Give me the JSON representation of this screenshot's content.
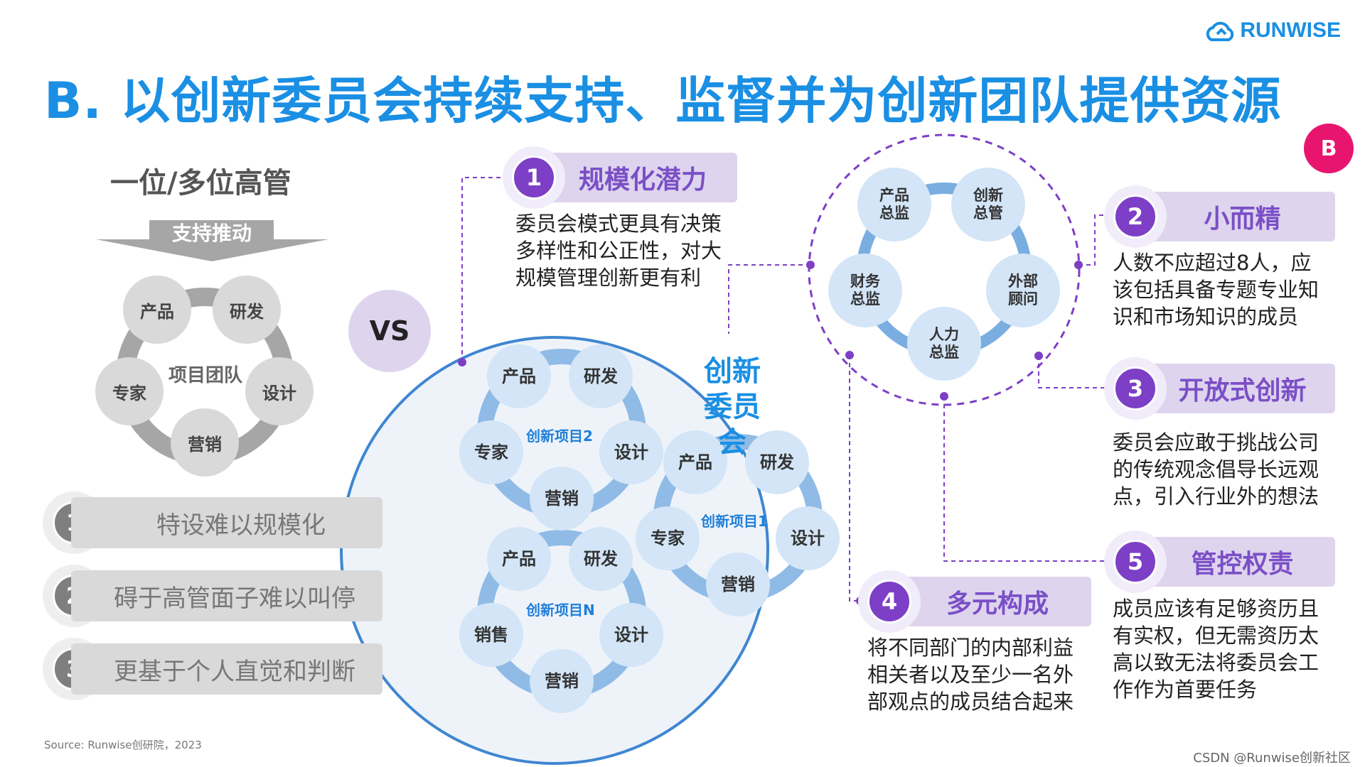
{
  "title": "B. 以创新委员会持续支持、监督并为创新团队提供资源",
  "logo_text": "RUNWISE",
  "badge": "B",
  "left": {
    "heading": "一位/多位高管",
    "arrow_label": "支持推动",
    "team_center": "项目团队",
    "team_nodes": [
      "产品",
      "研发",
      "设计",
      "营销",
      "专家"
    ],
    "items": [
      {
        "num": "1",
        "text": "特设难以规模化"
      },
      {
        "num": "2",
        "text": "碍于高管面子难以叫停"
      },
      {
        "num": "3",
        "text": "更基于个人直觉和判断"
      }
    ]
  },
  "vs": "VS",
  "committee_title_1": "创新",
  "committee_title_2": "委员会",
  "projects": [
    {
      "center": "创新项目2",
      "nodes": [
        "产品",
        "研发",
        "设计",
        "营销",
        "专家"
      ]
    },
    {
      "center": "创新项目1",
      "nodes": [
        "产品",
        "研发",
        "设计",
        "营销",
        "专家"
      ]
    },
    {
      "center": "创新项目N",
      "nodes": [
        "产品",
        "研发",
        "设计",
        "营销",
        "销售"
      ]
    }
  ],
  "committee_nodes": [
    "产品\n总监",
    "创新\n总管",
    "外部\n顾问",
    "人力\n总监",
    "财务\n总监"
  ],
  "callouts": [
    {
      "num": "1",
      "title": "规模化潜力",
      "desc": "委员会模式更具有决策\n多样性和公正性，对大\n规模管理创新更有利"
    },
    {
      "num": "2",
      "title": "小而精",
      "desc": "人数不应超过8人，应\n该包括具备专题专业知\n识和市场知识的成员"
    },
    {
      "num": "3",
      "title": "开放式创新",
      "desc": "委员会应敢于挑战公司\n的传统观念倡导长远观\n点，引入行业外的想法"
    },
    {
      "num": "4",
      "title": "多元构成",
      "desc": "将不同部门的内部利益\n相关者以及至少一名外\n部观点的成员结合起来"
    },
    {
      "num": "5",
      "title": "管控权责",
      "desc": "成员应该有足够资历且\n有实权，但无需资历太\n高以致无法将委员会工\n作作为首要任务"
    }
  ],
  "source": "Source: Runwise创研院，2023",
  "watermark": "CSDN @Runwise创新社区",
  "colors": {
    "title_blue": "#1a8fe3",
    "purple": "#7d3fc6",
    "lavender": "#ded4ee",
    "light_blue": "#d3e5f7",
    "ring_blue": "#7aaee0",
    "pink": "#e8156f",
    "grey": "#d9d9d9"
  }
}
